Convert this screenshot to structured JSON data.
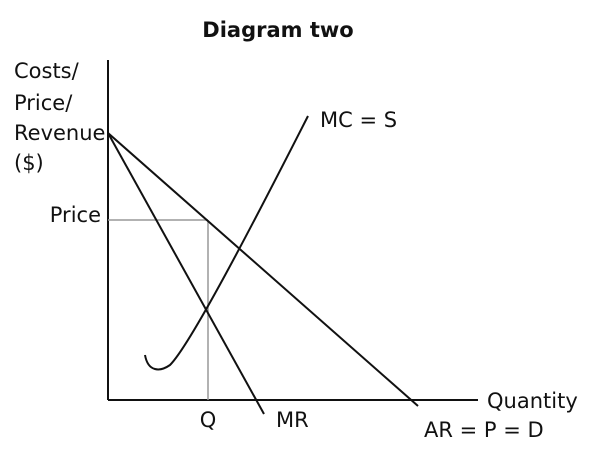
{
  "title": "Diagram two",
  "y_axis_label": [
    "Costs/",
    "Price/",
    "Revenue",
    "($)"
  ],
  "x_axis_label": "Quantity",
  "tick_labels": {
    "price": "Price",
    "quantity": "Q"
  },
  "curves": {
    "mc": "MC = S",
    "mr": "MR",
    "ar": "AR = P = D"
  }
}
